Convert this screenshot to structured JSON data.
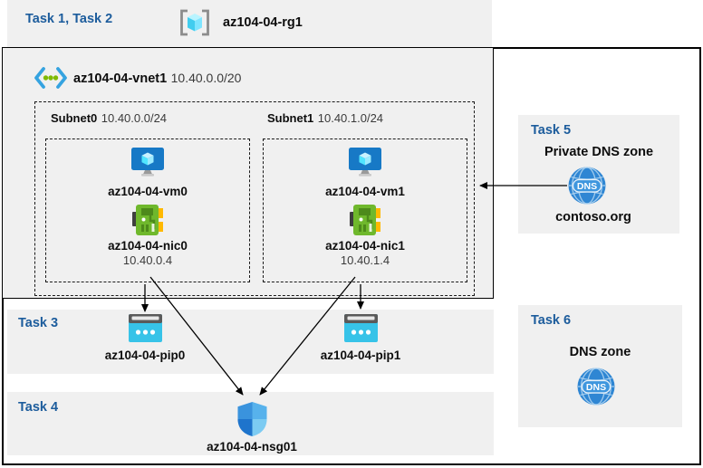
{
  "colors": {
    "task_blue": "#1c5c9c",
    "panel_gray": "#f0f0f0",
    "border_black": "#000000",
    "vm_blue": "#1779c6",
    "cube_cyan": "#50e6ff",
    "nic_green": "#6fb82c",
    "nic_yellow": "#ffb900",
    "pip_cyan": "#37c3e8",
    "dns_blue": "#2f86d3"
  },
  "header": {
    "tasks_label": "Task 1, Task 2",
    "resource_group": "az104-04-rg1"
  },
  "vnet": {
    "name": "az104-04-vnet1",
    "cidr": "10.40.0.0/20"
  },
  "subnets": [
    {
      "name": "Subnet0",
      "cidr": "10.40.0.0/24",
      "vm": "az104-04-vm0",
      "nic": "az104-04-nic0",
      "ip": "10.40.0.4"
    },
    {
      "name": "Subnet1",
      "cidr": "10.40.1.0/24",
      "vm": "az104-04-vm1",
      "nic": "az104-04-nic1",
      "ip": "10.40.1.4"
    }
  ],
  "task3": {
    "label": "Task 3",
    "pip0": "az104-04-pip0",
    "pip1": "az104-04-pip1"
  },
  "task4": {
    "label": "Task 4",
    "nsg": "az104-04-nsg01"
  },
  "task5": {
    "label": "Task 5",
    "title": "Private DNS zone",
    "zone_name": "contoso.org",
    "icon_text": "DNS"
  },
  "task6": {
    "label": "Task 6",
    "title": "DNS zone",
    "icon_text": "DNS"
  },
  "connections": [
    {
      "from": "az104-04-nic0",
      "to": "az104-04-pip0"
    },
    {
      "from": "az104-04-nic0",
      "to": "az104-04-nsg01"
    },
    {
      "from": "az104-04-nic1",
      "to": "az104-04-pip1"
    },
    {
      "from": "az104-04-nic1",
      "to": "az104-04-nsg01"
    },
    {
      "from": "contoso.org private DNS zone",
      "to": "Subnet1"
    }
  ]
}
